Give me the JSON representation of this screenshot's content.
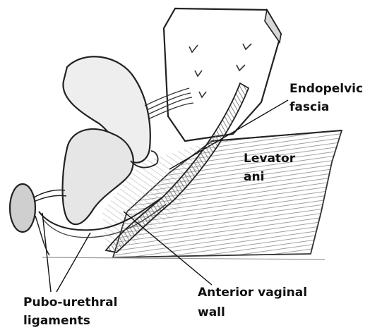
{
  "figure": {
    "labels": {
      "endopelvic_line1": "Endopelvic",
      "endopelvic_line2": "fascia",
      "levator_line1": "Levator",
      "levator_line2": "ani",
      "anterior_line1": "Anterior vaginal",
      "anterior_line2": "wall",
      "pubo_line1": "Pubo-urethral",
      "pubo_line2": "ligaments"
    },
    "style": {
      "ink": "#2a2a2a",
      "shade": "#9a9a9a",
      "paper": "#ffffff"
    }
  }
}
